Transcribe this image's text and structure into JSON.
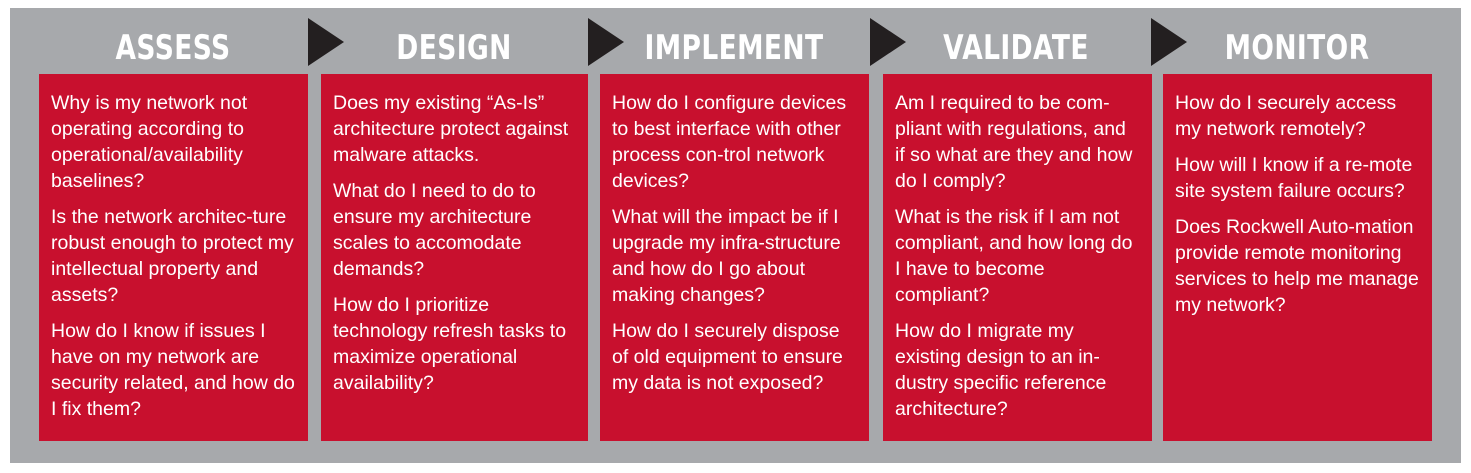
{
  "stages": [
    {
      "title": "ASSESS",
      "questions": [
        "Why is my network not operating according to operational/availability baselines?",
        "Is the network architec-ture robust enough to protect my intellectual property and assets?",
        "How do I know if issues I have on my network are security related, and how do I fix them?"
      ]
    },
    {
      "title": "DESIGN",
      "questions": [
        "Does my existing “As-Is” architecture protect against malware attacks.",
        "What do I need to do to ensure my architecture scales to accomodate demands?",
        "How do I prioritize technology refresh tasks to maximize operational availability?"
      ]
    },
    {
      "title": "IMPLEMENT",
      "questions": [
        "How do I configure devices to best interface with other process con-trol network devices?",
        "What will the impact be if I upgrade my infra-structure and how do I go about making changes?",
        "How do I securely dispose of old equipment to ensure my data is not exposed?"
      ]
    },
    {
      "title": "VALIDATE",
      "questions": [
        "Am I required to be com-pliant with regulations, and if so what are they and how do I comply?",
        "What is the risk if I am not compliant, and how long do I have to become compliant?",
        "How do I migrate my existing design to an in-dustry specific reference architecture?"
      ]
    },
    {
      "title": "MONITOR",
      "questions": [
        "How do I securely access my network remotely?",
        "How will I know if a re-mote site system failure occurs?",
        "Does Rockwell Auto-mation provide remote monitoring services to help me manage my network?"
      ]
    }
  ],
  "colors": {
    "background": "#a7a9ac",
    "card": "#c8102e",
    "arrow": "#231f20",
    "text": "#ffffff"
  }
}
